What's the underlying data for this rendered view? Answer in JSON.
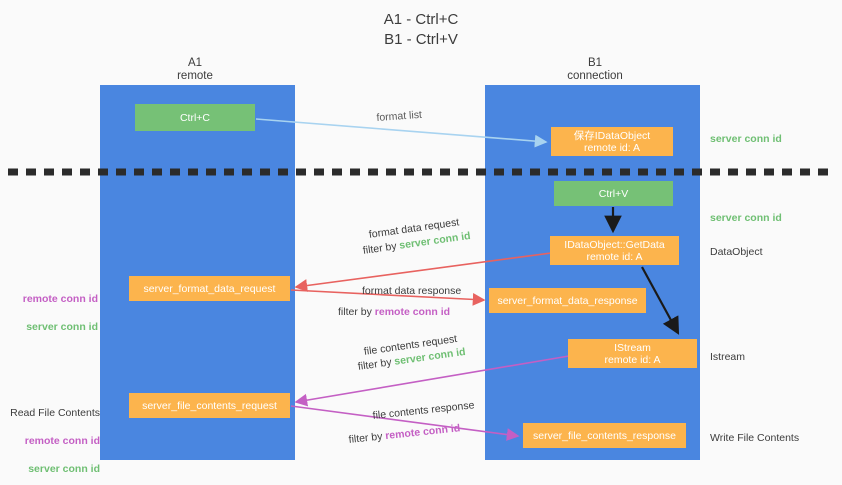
{
  "title": "A1 - Ctrl+C\nB1 - Ctrl+V",
  "columns": {
    "a": "A1\nremote",
    "b": "B1\nconnection"
  },
  "colors": {
    "lane": "#4a86e0",
    "green_box": "#76c176",
    "orange_box": "#fcb44d",
    "server_conn_id": "#6fbf73",
    "remote_conn_id": "#c45fc4",
    "format_list_arrow": "#a8d3f0",
    "format_data_arrow": "#e8625f",
    "file_contents_arrow": "#c45fc4",
    "dataobject_arrow": "#1a1a1a",
    "background": "#fafafa"
  },
  "boxes": {
    "ctrl_c": "Ctrl+C",
    "ctrl_v": "Ctrl+V",
    "idataobject": "保存IDataObject\nremote id: A",
    "getdata": "IDataObject::GetData\nremote id: A",
    "istream": "IStream\nremote id: A",
    "server_format_data_request": "server_format_data_request",
    "server_format_data_response": "server_format_data_response",
    "server_file_contents_request": "server_file_contents_request",
    "server_file_contents_response": "server_file_contents_response"
  },
  "flow_labels": {
    "format_list": "format list",
    "format_data_request": "format data request",
    "format_data_response": "format data response",
    "file_contents_request": "file contents request",
    "file_contents_response": "file contents response",
    "filter_by": "filter by ",
    "server_conn_id": "server conn id",
    "remote_conn_id": "remote conn id"
  },
  "annotations": {
    "right": [
      "server conn id",
      "server conn id",
      "DataObject",
      "Istream",
      "Write File Contents"
    ],
    "left": {
      "remote_conn_id": "remote conn id",
      "server_conn_id": "server conn id",
      "read_file_contents": "Read File Contents"
    }
  }
}
